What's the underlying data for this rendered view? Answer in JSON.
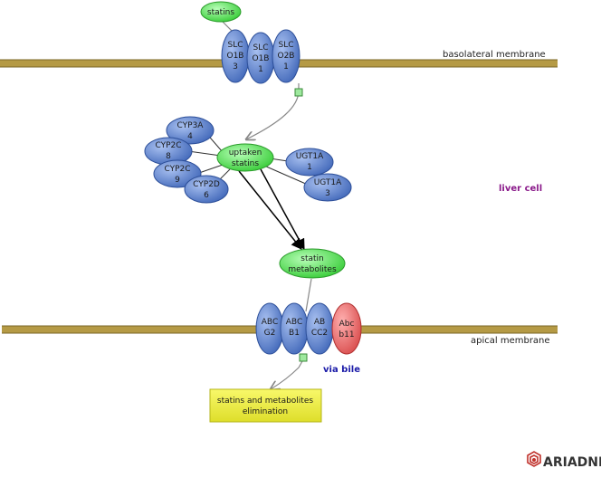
{
  "membranes": {
    "basolateral": "basolateral membrane",
    "apical": "apical membrane"
  },
  "regions": {
    "liver_cell": "liver cell",
    "via_bile": "via bile"
  },
  "nodes": {
    "statins": "statins",
    "slco1b3": [
      "SLC",
      "O1B",
      "3"
    ],
    "slco1b1": [
      "SLC",
      "O1B",
      "1"
    ],
    "slco2b1": [
      "SLC",
      "O2B",
      "1"
    ],
    "uptaken_statins": [
      "uptaken",
      "statins"
    ],
    "cyp3a4": [
      "CYP3A",
      "4"
    ],
    "cyp2c8": [
      "CYP2C",
      "8"
    ],
    "cyp2c9": [
      "CYP2C",
      "9"
    ],
    "cyp2d6": [
      "CYP2D",
      "6"
    ],
    "ugt1a1": [
      "UGT1A",
      "1"
    ],
    "ugt1a3": [
      "UGT1A",
      "3"
    ],
    "statin_metabolites": [
      "statin",
      "metabolites"
    ],
    "abcg2": [
      "ABC",
      "G2"
    ],
    "abcb1": [
      "ABC",
      "B1"
    ],
    "abcc2": [
      "AB",
      "CC2"
    ],
    "abcb11": [
      "Abc",
      "b11"
    ],
    "elimination": [
      "statins and metabolites",
      "elimination"
    ]
  },
  "logo": {
    "text": "ARIADNE"
  },
  "colors": {
    "membrane": "#b59a45",
    "protein_fill": "#4f79c7",
    "metabolite_fill": "#46d846",
    "abcb11_fill": "#e45a5a",
    "process_fill": "#eaea3a",
    "via_bile": "#1a1aa8",
    "liver_cell": "#8a1a8a",
    "logo_red": "#c0302a"
  }
}
